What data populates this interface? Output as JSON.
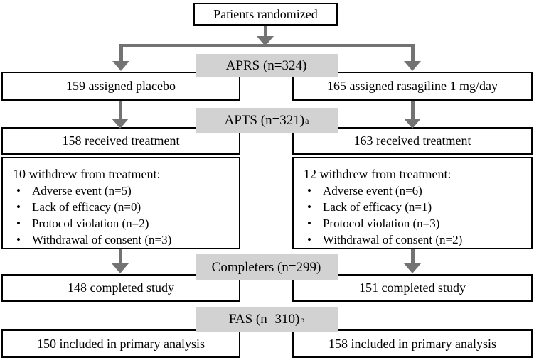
{
  "top_box": {
    "label": "Patients randomized"
  },
  "stages": [
    {
      "text": "APRS (n=324)",
      "sup": ""
    },
    {
      "text": "APTS (n=321)",
      "sup": "a"
    },
    {
      "text": "Completers (n=299)",
      "sup": ""
    },
    {
      "text": "FAS (n=310)",
      "sup": "b"
    }
  ],
  "columns": [
    {
      "assigned": "159 assigned placebo",
      "received": "158 received treatment",
      "withdrew_heading": "10 withdrew from treatment:",
      "withdrew_items": [
        "Adverse event (n=5)",
        "Lack of efficacy (n=0)",
        "Protocol violation (n=2)",
        "Withdrawal of consent (n=3)"
      ],
      "completed": "148 completed study",
      "included": "150 included in primary analysis"
    },
    {
      "assigned": "165 assigned rasagiline 1 mg/day",
      "received": "163 received treatment",
      "withdrew_heading": "12 withdrew from treatment:",
      "withdrew_items": [
        "Adverse event (n=6)",
        "Lack of efficacy (n=1)",
        "Protocol violation (n=3)",
        "Withdrawal of consent (n=2)"
      ],
      "completed": "151 completed study",
      "included": "158 included in primary analysis"
    }
  ],
  "colors": {
    "arrow_gray": "#737373",
    "stage_label_bg": "#d2d2d2",
    "box_border": "#000000"
  }
}
